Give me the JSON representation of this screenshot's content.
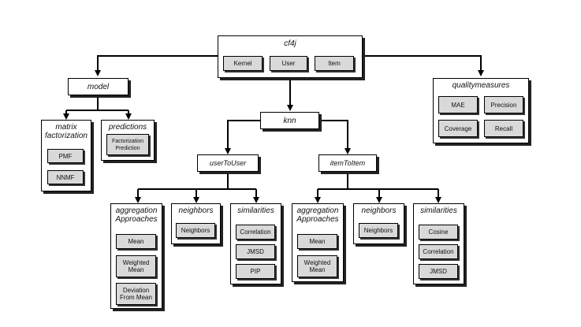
{
  "root": {
    "title": "cf4j",
    "items": [
      "Kernel",
      "User",
      "Item"
    ]
  },
  "model": {
    "title": "model",
    "matrix_factorization": {
      "title": "matrix\nfactorization",
      "items": [
        "PMF",
        "NNMF"
      ]
    },
    "predictions": {
      "title": "predictions",
      "items": [
        "Factorization\nPrediction"
      ]
    }
  },
  "quality": {
    "title": "qualitymeasures",
    "items": [
      "MAE",
      "Precision",
      "Coverage",
      "Recall"
    ]
  },
  "knn": {
    "title": "knn",
    "user_to_user": {
      "title": "userToUser",
      "aggregation": {
        "title": "aggregation\nApproaches",
        "items": [
          "Mean",
          "Weighted\nMean",
          "Deviation\nFrom Mean"
        ]
      },
      "neighbors": {
        "title": "neighbors",
        "items": [
          "Neighbors"
        ]
      },
      "similarities": {
        "title": "similarities",
        "items": [
          "Correlation",
          "JMSD",
          "PIP"
        ]
      }
    },
    "item_to_item": {
      "title": "itemToItem",
      "aggregation": {
        "title": "aggregation\nApproaches",
        "items": [
          "Mean",
          "Weighted\nMean"
        ]
      },
      "neighbors": {
        "title": "neighbors",
        "items": [
          "Neighbors"
        ]
      },
      "similarities": {
        "title": "similarities",
        "items": [
          "Cosine",
          "Correlation",
          "JMSD"
        ]
      }
    }
  }
}
